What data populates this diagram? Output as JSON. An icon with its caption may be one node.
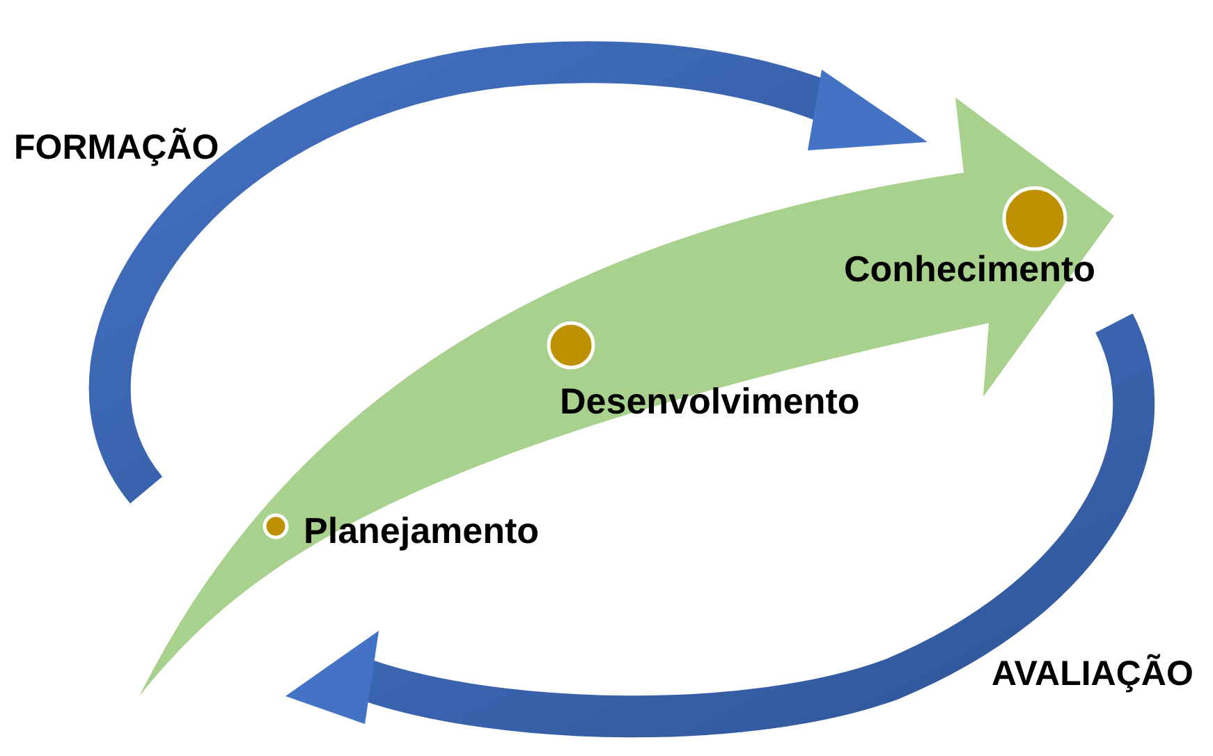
{
  "diagram": {
    "nodes": [
      {
        "text": [
          "Planejamento"
        ]
      },
      {
        "text": [
          "Desenvolvimento"
        ]
      },
      {
        "text": [
          "Conhecimento"
        ]
      }
    ],
    "labels": [
      "FORMAÇÃO",
      "AVALIAÇÃO"
    ]
  }
}
